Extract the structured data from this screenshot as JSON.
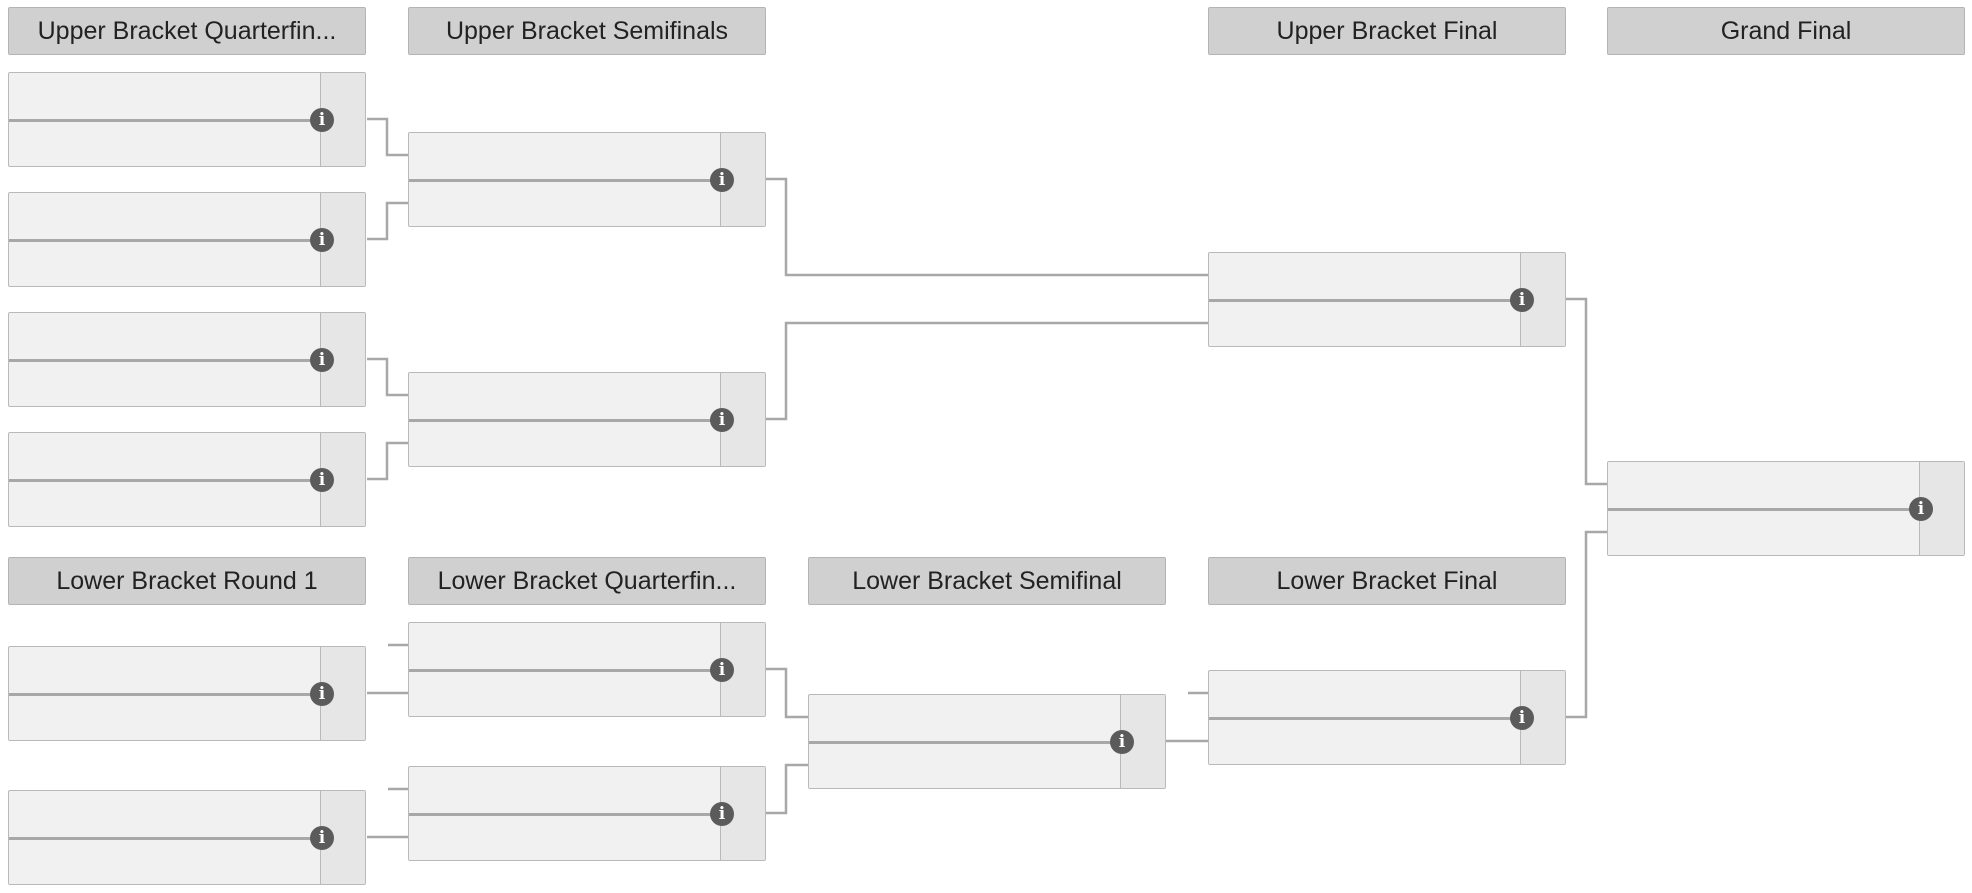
{
  "rounds": {
    "ub_quarterfinals": "Upper Bracket Quarterfin...",
    "ub_semifinals": "Upper Bracket Semifinals",
    "ub_final": "Upper Bracket Final",
    "grand_final": "Grand Final",
    "lb_round1": "Lower Bracket Round 1",
    "lb_quarterfinals": "Lower Bracket Quarterfin...",
    "lb_semifinal": "Lower Bracket Semifinal",
    "lb_final": "Lower Bracket Final"
  },
  "icons": {
    "info": "info-icon",
    "info_glyph": "i"
  },
  "colors": {
    "header_bg": "#d0d0d0",
    "match_bg": "#f1f1f1",
    "connector": "#a8a8a8",
    "info_button": "#5b5b5b"
  }
}
